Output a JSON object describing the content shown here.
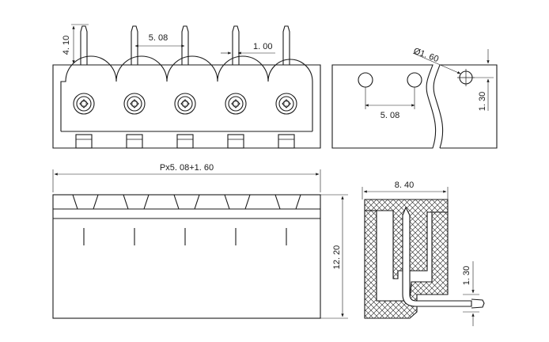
{
  "dimensions": {
    "pin_height": "4. 10",
    "pitch_top": "5. 08",
    "pin_width": "1. 00",
    "hole_diameter": "Ø1. 60",
    "hole_pitch": "5. 08",
    "hole_offset": "1. 30",
    "overall_length": "Px5. 08+1. 60",
    "depth": "8. 40",
    "height": "12. 20",
    "pin_offset": "1. 30"
  },
  "colors": {
    "line": "#1a1a1a",
    "background": "#ffffff"
  },
  "counts": {
    "positions": 5
  }
}
